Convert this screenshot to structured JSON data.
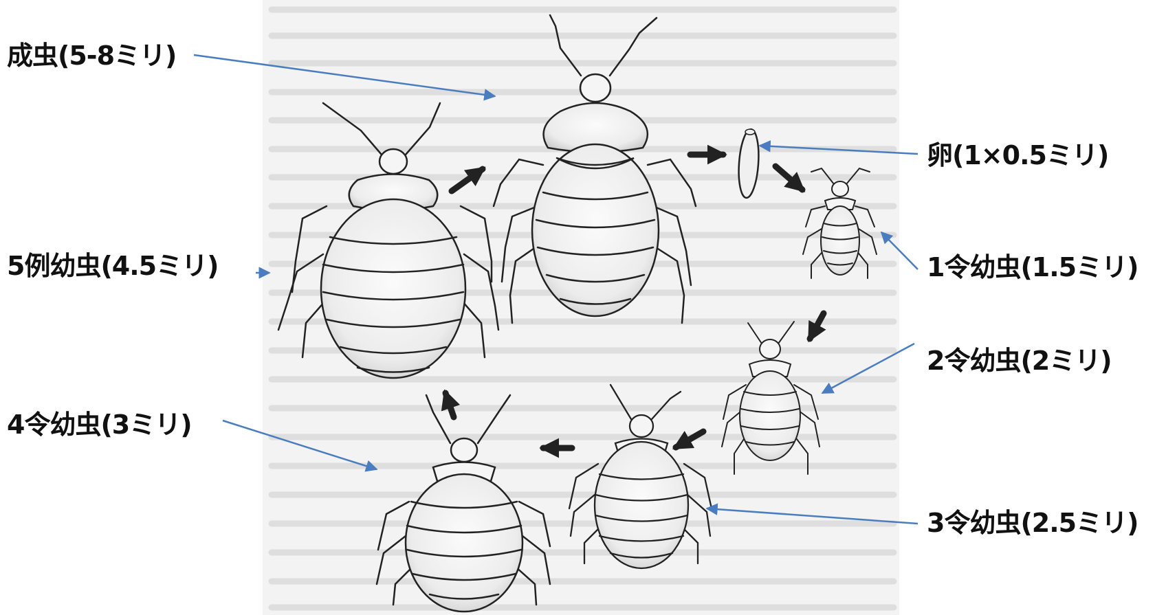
{
  "stage_labels": {
    "adult": "成虫(5-8ミリ)",
    "fifth_instar": "5例幼虫(4.5ミリ)",
    "fourth_instar": "4令幼虫(3ミリ)",
    "egg": "卵(1×0.5ミリ)",
    "first_instar": "1令幼虫(1.5ミリ)",
    "second_instar": "2令幼虫(2ミリ)",
    "third_instar": "3令幼虫(2.5ミリ)"
  },
  "colors": {
    "pointer_arrow": "#4a7dbf",
    "cycle_arrow": "#222222",
    "page_background": "#f3f3f3",
    "text_lines": "#d9d9d9",
    "bug_fill": "#f5f5f5",
    "bug_outline": "#222222"
  },
  "icons": {
    "adult": "bedbug-adult-icon",
    "egg": "egg-icon",
    "nymph": "bedbug-nymph-icon"
  }
}
